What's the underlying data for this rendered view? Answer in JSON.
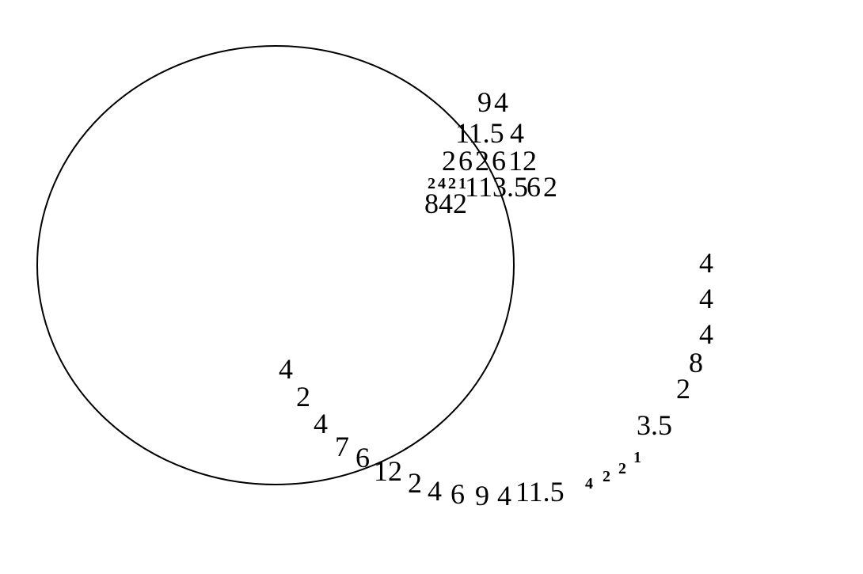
{
  "colors": {
    "background": "#ffffff",
    "stroke": "#000000",
    "text": "#000000"
  },
  "labels": {
    "cluster_top": [
      "9",
      "4",
      "11.5",
      "4",
      "2",
      "6",
      "2",
      "6",
      "12",
      "2",
      "4",
      "2",
      "1",
      "1",
      "13.5",
      "6",
      "2",
      "8",
      "4",
      "2"
    ],
    "spiral": [
      "4",
      "2",
      "4",
      "7",
      "6",
      "12",
      "2",
      "4",
      "6",
      "9",
      "4",
      "11.5",
      "4",
      "2",
      "2",
      "1",
      "3.5",
      "2",
      "8",
      "4",
      "4",
      "4"
    ]
  }
}
